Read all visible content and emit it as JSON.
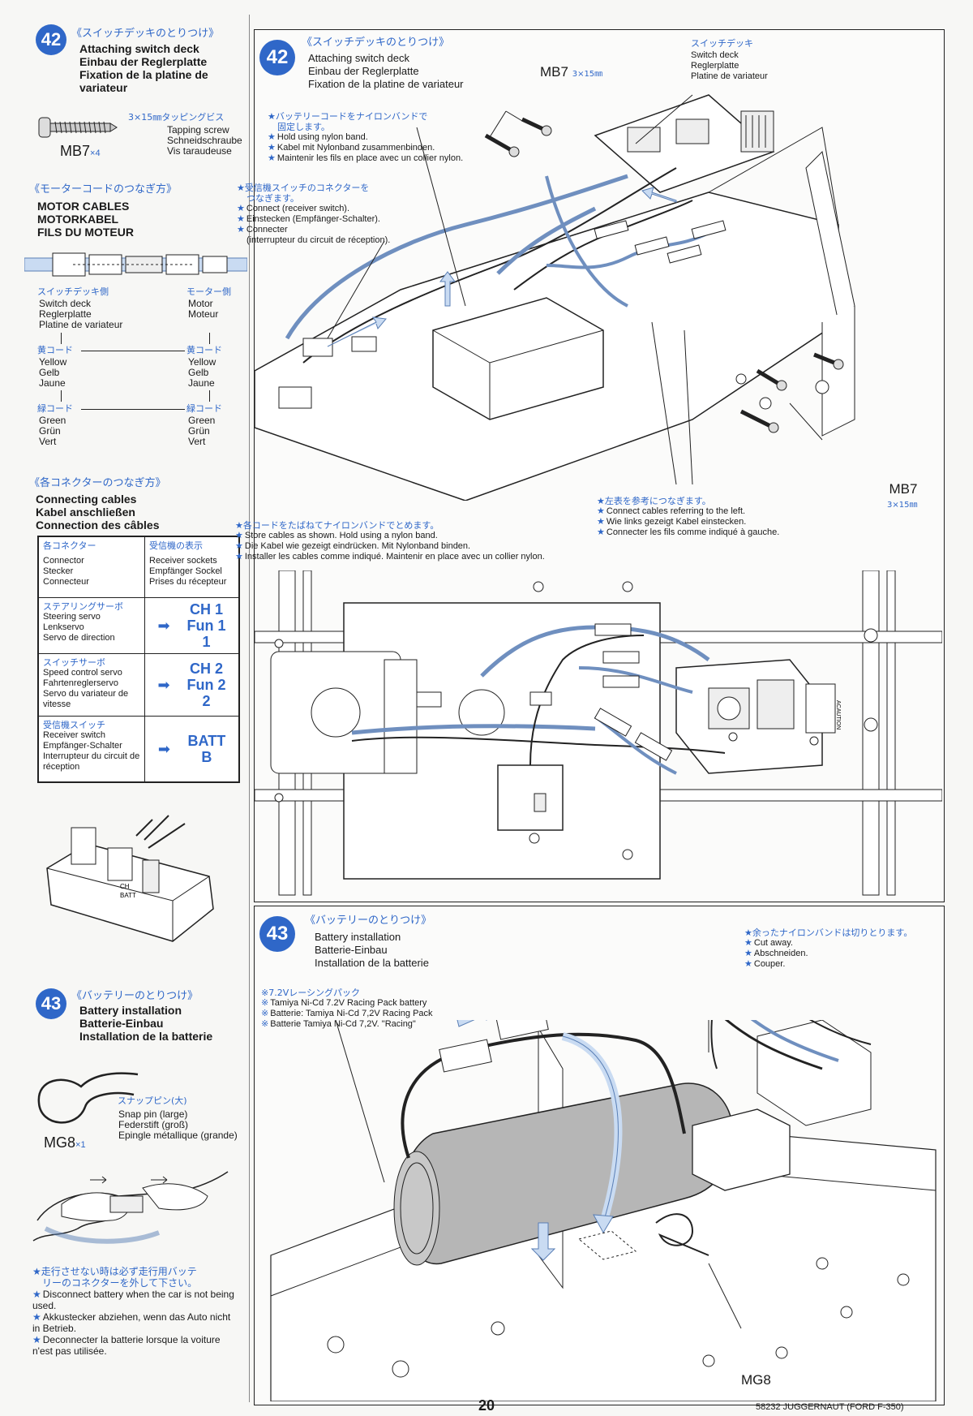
{
  "left": {
    "s42": {
      "num": "42",
      "jp": "《スイッチデッキのとりつけ》",
      "en": "Attaching switch deck",
      "de": "Einbau der Reglerplatte",
      "fr": "Fixation de la platine de variateur"
    },
    "screw": {
      "jp": "3×15㎜タッピングビス",
      "en": "Tapping screw",
      "de": "Schneidschraube",
      "fr": "Vis taraudeuse",
      "code": "MB7",
      "qty": "×4"
    },
    "motor": {
      "jp": "《モーターコードのつなぎ方》",
      "en": "MOTOR CABLES",
      "de": "MOTORKABEL",
      "fr": "FILS DU MOTEUR",
      "left_jp": "スイッチデッキ側",
      "left_en": "Switch deck",
      "left_de": "Reglerplatte",
      "left_fr": "Platine de variateur",
      "right_jp": "モーター側",
      "right_en": "Motor",
      "right_de": "Moteur",
      "yellow_jp": "黄コード",
      "yellow_en": "Yellow",
      "yellow_de": "Gelb",
      "yellow_fr": "Jaune",
      "green_jp": "緑コード",
      "green_en": "Green",
      "green_de": "Grün",
      "green_fr": "Vert"
    },
    "conn": {
      "jp": "《各コネクターのつなぎ方》",
      "en": "Connecting cables",
      "de": "Kabel anschließen",
      "fr": "Connection des câbles",
      "h1_jp": "各コネクター",
      "h1_en": "Connector",
      "h1_de": "Stecker",
      "h1_fr": "Connecteur",
      "h2_jp": "受信機の表示",
      "h2_en": "Receiver sockets",
      "h2_de": "Empfänger Sockel",
      "h2_fr": "Prises du récepteur",
      "rows": [
        {
          "jp": "ステアリングサーボ",
          "en": "Steering servo",
          "de": "Lenkservo",
          "fr": "Servo de direction",
          "v1": "CH 1",
          "v2": "Fun 1",
          "v3": "1"
        },
        {
          "jp": "スイッチサーボ",
          "en": "Speed control servo",
          "de": "Fahrtenreglerservo",
          "fr": "Servo du variateur de vitesse",
          "v1": "CH 2",
          "v2": "Fun 2",
          "v3": "2"
        },
        {
          "jp": "受信機スイッチ",
          "en": "Receiver switch",
          "de": "Empfänger-Schalter",
          "fr": "Interrupteur du circuit de réception",
          "v1": "BATT",
          "v2": "B",
          "v3": ""
        }
      ]
    },
    "s43": {
      "num": "43",
      "jp": "《バッテリーのとりつけ》",
      "en": "Battery installation",
      "de": "Batterie-Einbau",
      "fr": "Installation de la batterie"
    },
    "pin": {
      "jp": "スナップピン(大)",
      "en": "Snap pin (large)",
      "de": "Federstift (groß)",
      "fr": "Epingle métallique (grande)",
      "code": "MG8",
      "qty": "×1"
    },
    "warn": {
      "jp1": "走行させない時は必ず走行用バッテ",
      "jp2": "リーのコネクターを外して下さい。",
      "en": "Disconnect battery when the car is not being used.",
      "de": "Akkustecker abziehen, wenn das Auto nicht in Betrieb.",
      "fr": "Deconnecter la batterie lorsque la voiture n'est pas utilisée."
    }
  },
  "right": {
    "s42": {
      "num": "42",
      "jp": "《スイッチデッキのとりつけ》",
      "en": "Attaching switch deck",
      "de": "Einbau der Reglerplatte",
      "fr": "Fixation de la platine de variateur",
      "mb7_top": "MB7",
      "mb7_size": "3×15㎜",
      "deck_jp": "スイッチデッキ",
      "deck_en": "Switch deck",
      "deck_de": "Reglerplatte",
      "deck_fr": "Platine de variateur",
      "band_jp1": "バッテリーコードをナイロンバンドで",
      "band_jp2": "固定します。",
      "band_en": "Hold using nylon band.",
      "band_de": "Kabel mit Nylonband zusammenbinden.",
      "band_fr": "Maintenir les fils en place avec un collier nylon.",
      "recv_jp1": "受信機スイッチのコネクターを",
      "recv_jp2": "つなぎます。",
      "recv_en": "Connect (receiver switch).",
      "recv_de": "Einstecken (Empfänger-Schalter).",
      "recv_fr1": "Connecter",
      "recv_fr2": "(interrupteur du circuit de réception).",
      "mb7_bottom": "MB7",
      "mb7_bottom_size": "3×15㎜",
      "left_jp": "左表を参考につなぎます。",
      "left_en": "Connect cables referring to the left.",
      "left_de": "Wie links gezeigt Kabel einstecken.",
      "left_fr": "Connecter les fils comme indiqué à gauche.",
      "store_jp": "各コードをたばねてナイロンバンドでとめます。",
      "store_en": "Store cables as shown. Hold using a nylon band.",
      "store_de": "Die Kabel wie gezeigt eindrücken. Mit Nylonband binden.",
      "store_fr": "Installer les cables comme indiqué. Maintenir en place avec un collier nylon.",
      "caution": "ACAUTION"
    },
    "s43": {
      "num": "43",
      "jp": "《バッテリーのとりつけ》",
      "en": "Battery installation",
      "de": "Batterie-Einbau",
      "fr": "Installation de la batterie",
      "pack_jp": "7.2Vレーシングパック",
      "pack_en": "Tamiya Ni-Cd 7.2V Racing Pack battery",
      "pack_de": "Batterie: Tamiya Ni-Cd 7,2V Racing Pack",
      "pack_fr": "Batterie Tamiya Ni-Cd 7,2V. \"Racing\"",
      "cut_jp": "余ったナイロンバンドは切りとります。",
      "cut_en": "Cut away.",
      "cut_de": "Abschneiden.",
      "cut_fr": "Couper.",
      "mg8": "MG8"
    }
  },
  "footer": {
    "page": "20",
    "model": "58232 JUGGERNAUT (FORD F-350)"
  },
  "colors": {
    "accent": "#2f67c8",
    "light_blue": "#c9dbf2"
  }
}
